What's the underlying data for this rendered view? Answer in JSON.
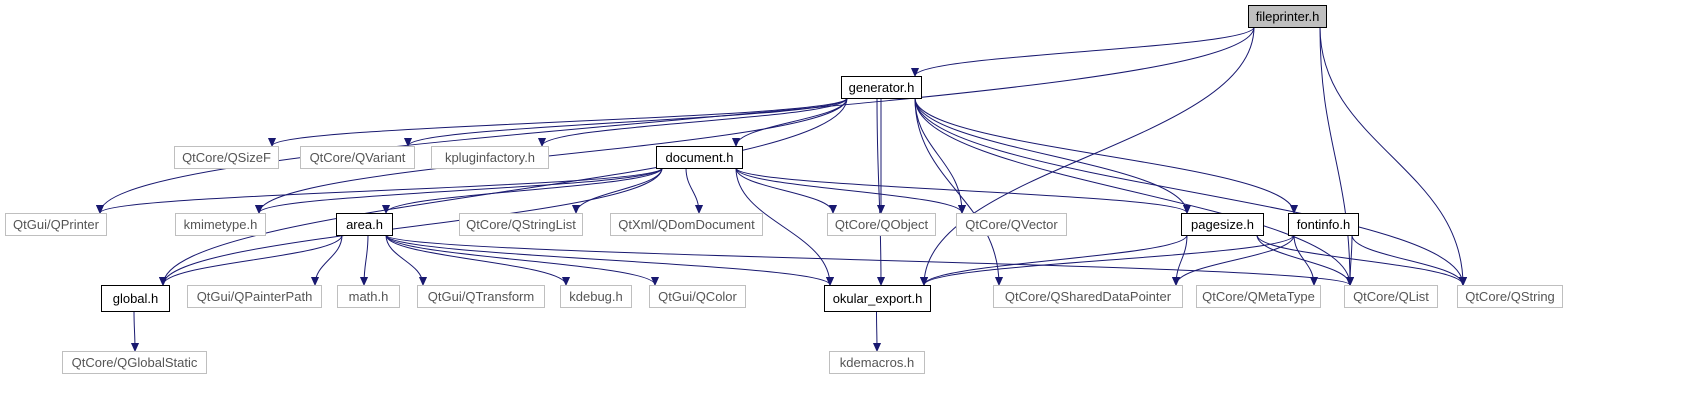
{
  "diagram": {
    "title": "",
    "colors": {
      "edge": "#191970",
      "node_border": "#000000",
      "external_border": "#bfbfbf",
      "root_fill": "#bfbfbf",
      "node_fill": "#ffffff",
      "text": "#000000",
      "external_text": "#555555"
    },
    "nodes": [
      {
        "id": "fileprinter",
        "label": "fileprinter.h",
        "kind": "root"
      },
      {
        "id": "generator",
        "label": "generator.h",
        "kind": "header"
      },
      {
        "id": "qsizef",
        "label": "QtCore/QSizeF",
        "kind": "external"
      },
      {
        "id": "qvariant",
        "label": "QtCore/QVariant",
        "kind": "external"
      },
      {
        "id": "kpluginfactory",
        "label": "kpluginfactory.h",
        "kind": "external"
      },
      {
        "id": "document",
        "label": "document.h",
        "kind": "header"
      },
      {
        "id": "qprinter",
        "label": "QtGui/QPrinter",
        "kind": "external"
      },
      {
        "id": "kmimetype",
        "label": "kmimetype.h",
        "kind": "external"
      },
      {
        "id": "area",
        "label": "area.h",
        "kind": "header"
      },
      {
        "id": "qstringlist",
        "label": "QtCore/QStringList",
        "kind": "external"
      },
      {
        "id": "qdomdocument",
        "label": "QtXml/QDomDocument",
        "kind": "external"
      },
      {
        "id": "qobject",
        "label": "QtCore/QObject",
        "kind": "external"
      },
      {
        "id": "qvector",
        "label": "QtCore/QVector",
        "kind": "external"
      },
      {
        "id": "pagesize",
        "label": "pagesize.h",
        "kind": "header"
      },
      {
        "id": "fontinfo",
        "label": "fontinfo.h",
        "kind": "header"
      },
      {
        "id": "global",
        "label": "global.h",
        "kind": "header"
      },
      {
        "id": "qpainterpath",
        "label": "QtGui/QPainterPath",
        "kind": "external"
      },
      {
        "id": "math",
        "label": "math.h",
        "kind": "external"
      },
      {
        "id": "qtransform",
        "label": "QtGui/QTransform",
        "kind": "external"
      },
      {
        "id": "kdebug",
        "label": "kdebug.h",
        "kind": "external"
      },
      {
        "id": "qcolor",
        "label": "QtGui/QColor",
        "kind": "external"
      },
      {
        "id": "okular_export",
        "label": "okular_export.h",
        "kind": "header"
      },
      {
        "id": "qshareddatapointer",
        "label": "QtCore/QSharedDataPointer",
        "kind": "external"
      },
      {
        "id": "qmetatype",
        "label": "QtCore/QMetaType",
        "kind": "external"
      },
      {
        "id": "qlist",
        "label": "QtCore/QList",
        "kind": "external"
      },
      {
        "id": "qstring",
        "label": "QtCore/QString",
        "kind": "external"
      },
      {
        "id": "qglobalstatic",
        "label": "QtCore/QGlobalStatic",
        "kind": "external"
      },
      {
        "id": "kdemacros",
        "label": "kdemacros.h",
        "kind": "external"
      }
    ],
    "edges": [
      {
        "from": "fileprinter",
        "to": "generator"
      },
      {
        "from": "fileprinter",
        "to": "qprinter"
      },
      {
        "from": "fileprinter",
        "to": "okular_export"
      },
      {
        "from": "fileprinter",
        "to": "qlist"
      },
      {
        "from": "fileprinter",
        "to": "qstring"
      },
      {
        "from": "generator",
        "to": "qsizef"
      },
      {
        "from": "generator",
        "to": "qvariant"
      },
      {
        "from": "generator",
        "to": "kpluginfactory"
      },
      {
        "from": "generator",
        "to": "document"
      },
      {
        "from": "generator",
        "to": "kmimetype"
      },
      {
        "from": "generator",
        "to": "global"
      },
      {
        "from": "generator",
        "to": "okular_export"
      },
      {
        "from": "generator",
        "to": "qobject"
      },
      {
        "from": "generator",
        "to": "qvector"
      },
      {
        "from": "generator",
        "to": "qshareddatapointer"
      },
      {
        "from": "generator",
        "to": "pagesize"
      },
      {
        "from": "generator",
        "to": "fontinfo"
      },
      {
        "from": "generator",
        "to": "qlist"
      },
      {
        "from": "generator",
        "to": "qstring"
      },
      {
        "from": "document",
        "to": "qprinter"
      },
      {
        "from": "document",
        "to": "kmimetype"
      },
      {
        "from": "document",
        "to": "global"
      },
      {
        "from": "document",
        "to": "area"
      },
      {
        "from": "document",
        "to": "qstringlist"
      },
      {
        "from": "document",
        "to": "qdomdocument"
      },
      {
        "from": "document",
        "to": "qobject"
      },
      {
        "from": "document",
        "to": "qvector"
      },
      {
        "from": "document",
        "to": "pagesize"
      },
      {
        "from": "document",
        "to": "okular_export"
      },
      {
        "from": "area",
        "to": "global"
      },
      {
        "from": "area",
        "to": "qpainterpath"
      },
      {
        "from": "area",
        "to": "math"
      },
      {
        "from": "area",
        "to": "qtransform"
      },
      {
        "from": "area",
        "to": "kdebug"
      },
      {
        "from": "area",
        "to": "qcolor"
      },
      {
        "from": "area",
        "to": "okular_export"
      },
      {
        "from": "area",
        "to": "qlist"
      },
      {
        "from": "pagesize",
        "to": "okular_export"
      },
      {
        "from": "pagesize",
        "to": "qshareddatapointer"
      },
      {
        "from": "pagesize",
        "to": "qlist"
      },
      {
        "from": "pagesize",
        "to": "qstring"
      },
      {
        "from": "fontinfo",
        "to": "okular_export"
      },
      {
        "from": "fontinfo",
        "to": "qshareddatapointer"
      },
      {
        "from": "fontinfo",
        "to": "qmetatype"
      },
      {
        "from": "fontinfo",
        "to": "qlist"
      },
      {
        "from": "fontinfo",
        "to": "qstring"
      },
      {
        "from": "global",
        "to": "qglobalstatic"
      },
      {
        "from": "okular_export",
        "to": "kdemacros"
      }
    ]
  }
}
